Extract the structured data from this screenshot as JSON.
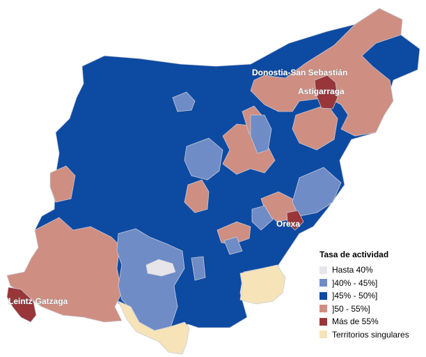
{
  "map": {
    "labels": {
      "donostia": "Donostia-San Sebastián",
      "astigarraga": "Astigarraga",
      "orexa": "Orexa",
      "leintz": "Leintz-Gatzaga"
    },
    "colors": {
      "up_to_40": "#e6e6ea",
      "c40_45": "#6f8cc6",
      "c45_50": "#0d4aa2",
      "c50_55": "#cf8e82",
      "over_55": "#98363a",
      "special": "#f6e3b8"
    }
  },
  "legend": {
    "title": "Tasa de actividad",
    "items": [
      {
        "label": "Hasta 40%",
        "color": "#e6e6ea"
      },
      {
        "label": "]40% - 45%]",
        "color": "#6f8cc6"
      },
      {
        "label": "]45% - 50%]",
        "color": "#0d4aa2"
      },
      {
        "label": "]50 - 55%]",
        "color": "#cf8e82"
      },
      {
        "label": "Más de 55%",
        "color": "#98363a"
      },
      {
        "label": "Territorios singulares",
        "color": "#f6e3b8"
      }
    ]
  }
}
